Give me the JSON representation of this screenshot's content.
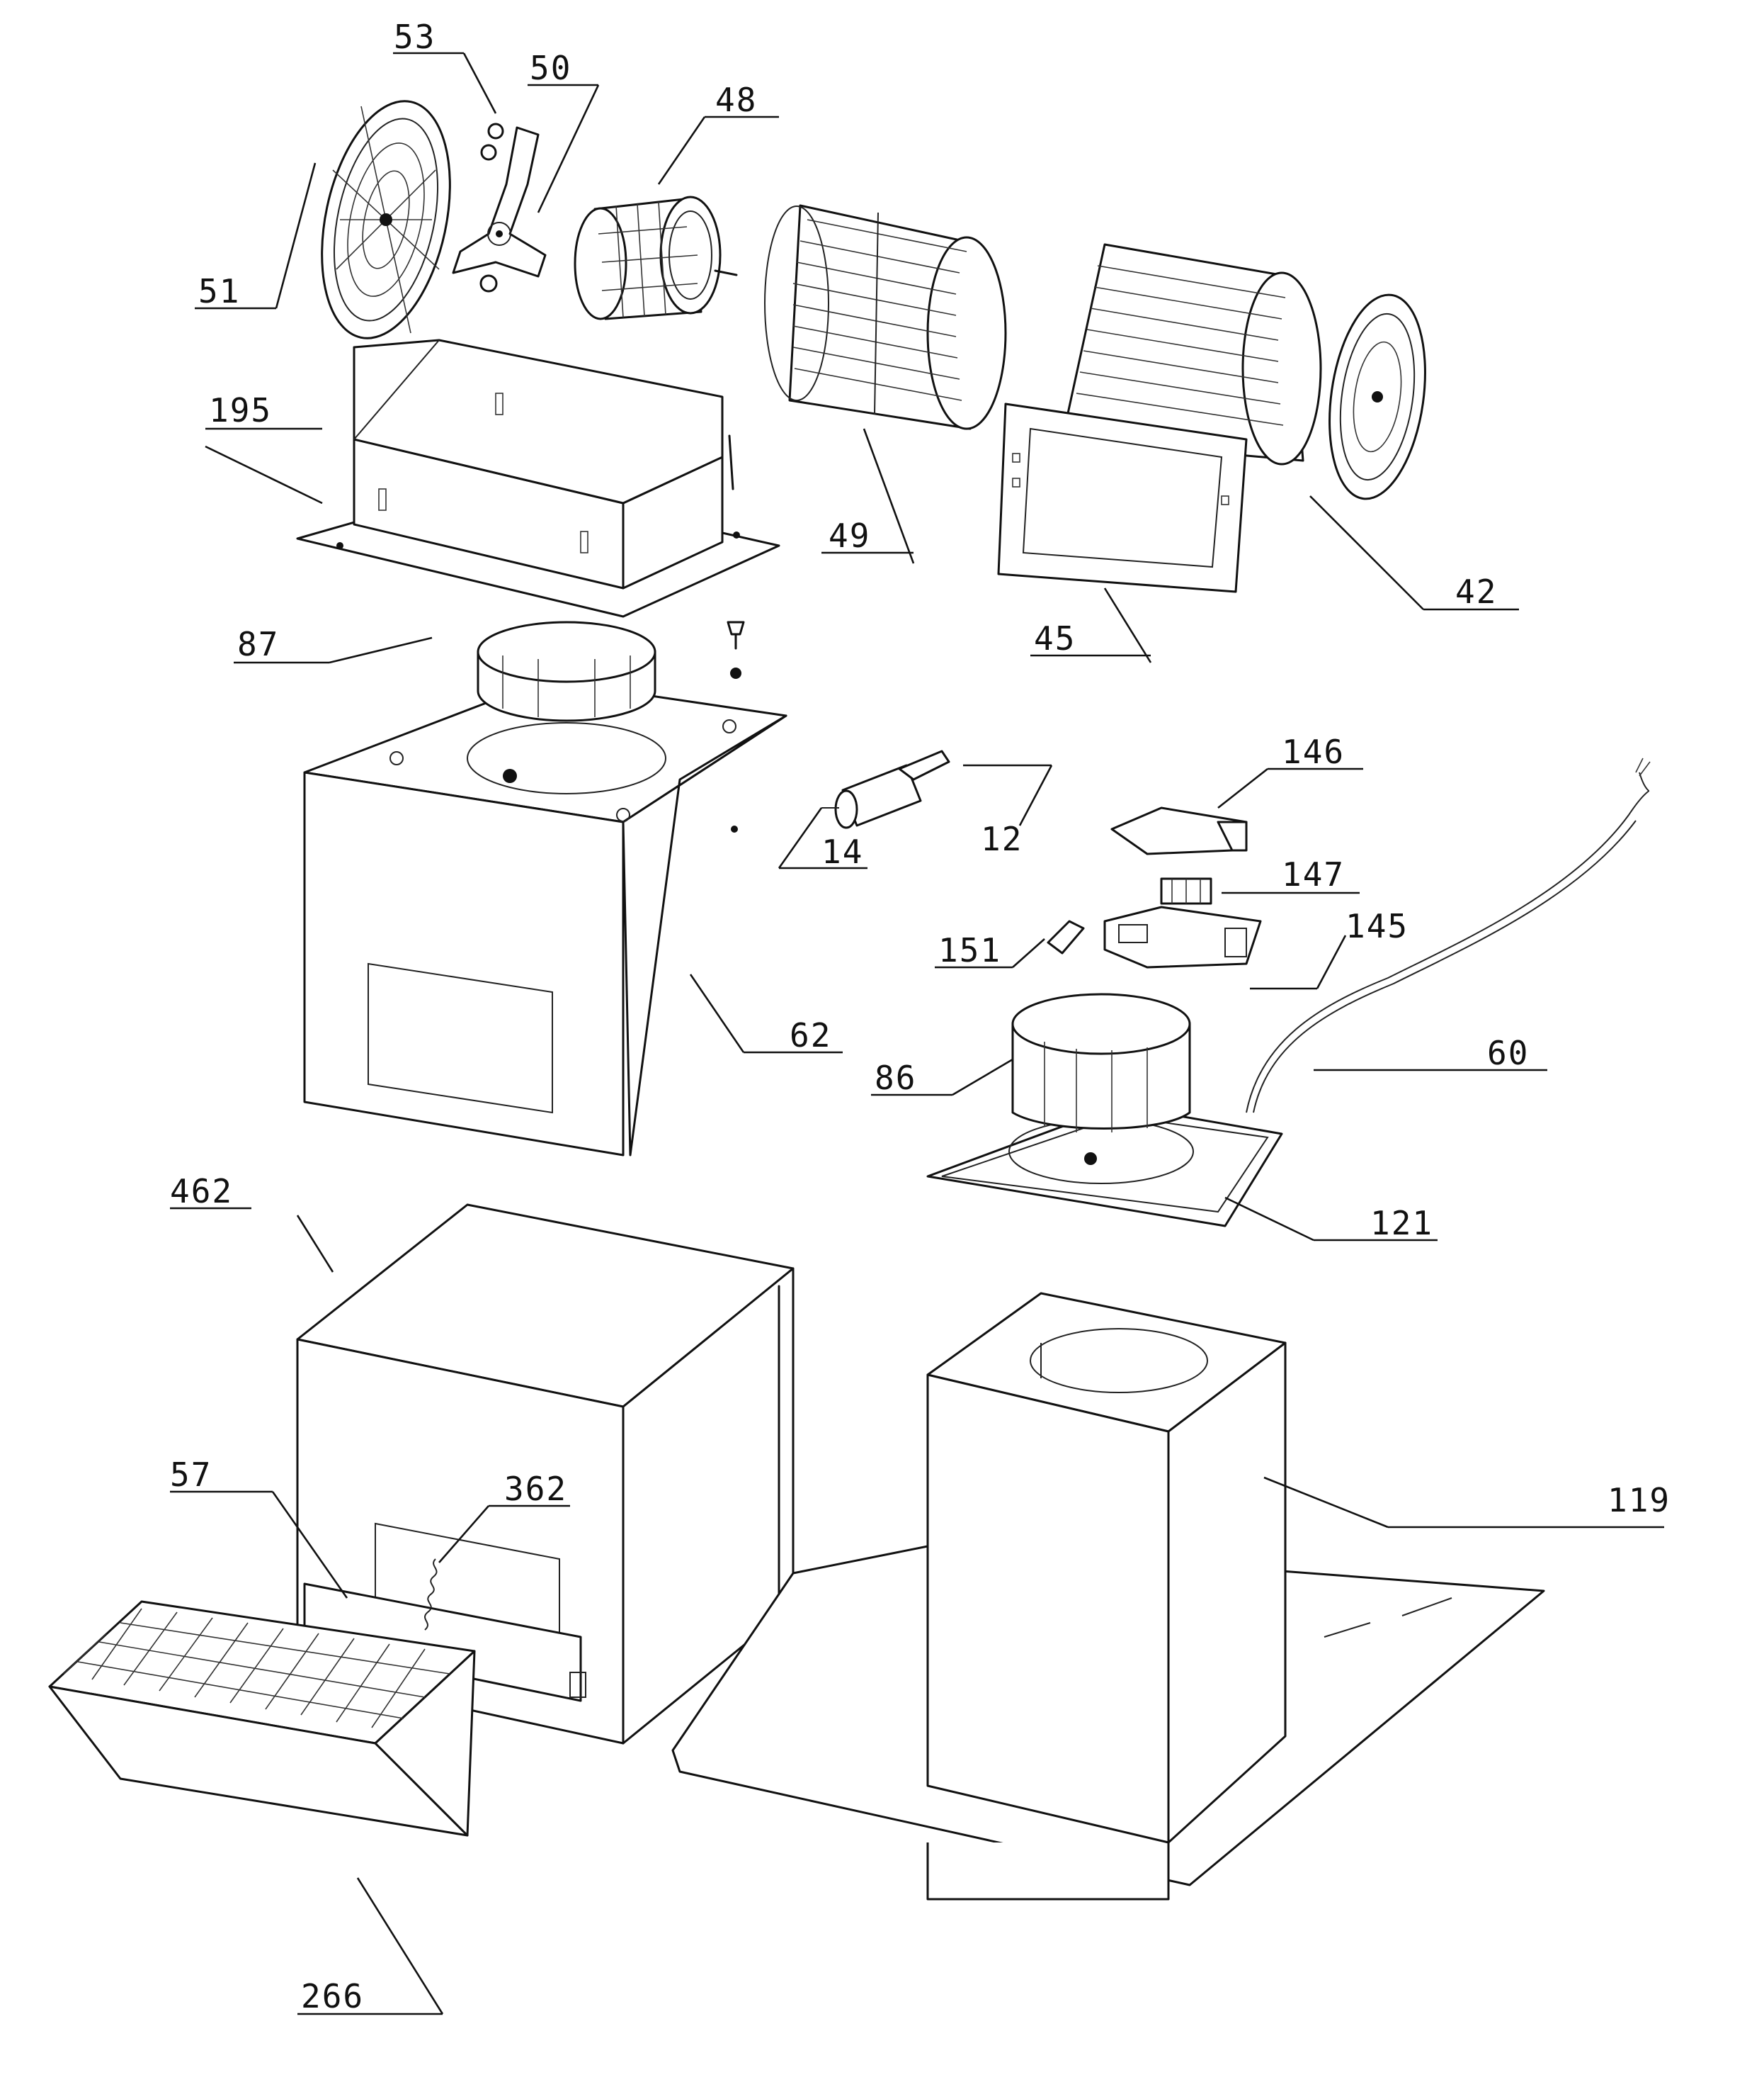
{
  "figure": {
    "reference_numerals": [
      {
        "id": "n53",
        "text": "53"
      },
      {
        "id": "n50",
        "text": "50"
      },
      {
        "id": "n48",
        "text": "48"
      },
      {
        "id": "n51",
        "text": "51"
      },
      {
        "id": "n195",
        "text": "195"
      },
      {
        "id": "n49",
        "text": "49"
      },
      {
        "id": "n42",
        "text": "42"
      },
      {
        "id": "n45",
        "text": "45"
      },
      {
        "id": "n87",
        "text": "87"
      },
      {
        "id": "n146",
        "text": "146"
      },
      {
        "id": "n12",
        "text": "12"
      },
      {
        "id": "n14",
        "text": "14"
      },
      {
        "id": "n147",
        "text": "147"
      },
      {
        "id": "n151",
        "text": "151"
      },
      {
        "id": "n145",
        "text": "145"
      },
      {
        "id": "n62",
        "text": "62"
      },
      {
        "id": "n60",
        "text": "60"
      },
      {
        "id": "n86",
        "text": "86"
      },
      {
        "id": "n121",
        "text": "121"
      },
      {
        "id": "n462",
        "text": "462"
      },
      {
        "id": "n57",
        "text": "57"
      },
      {
        "id": "n362",
        "text": "362"
      },
      {
        "id": "n119",
        "text": "119"
      },
      {
        "id": "n266",
        "text": "266"
      }
    ]
  }
}
